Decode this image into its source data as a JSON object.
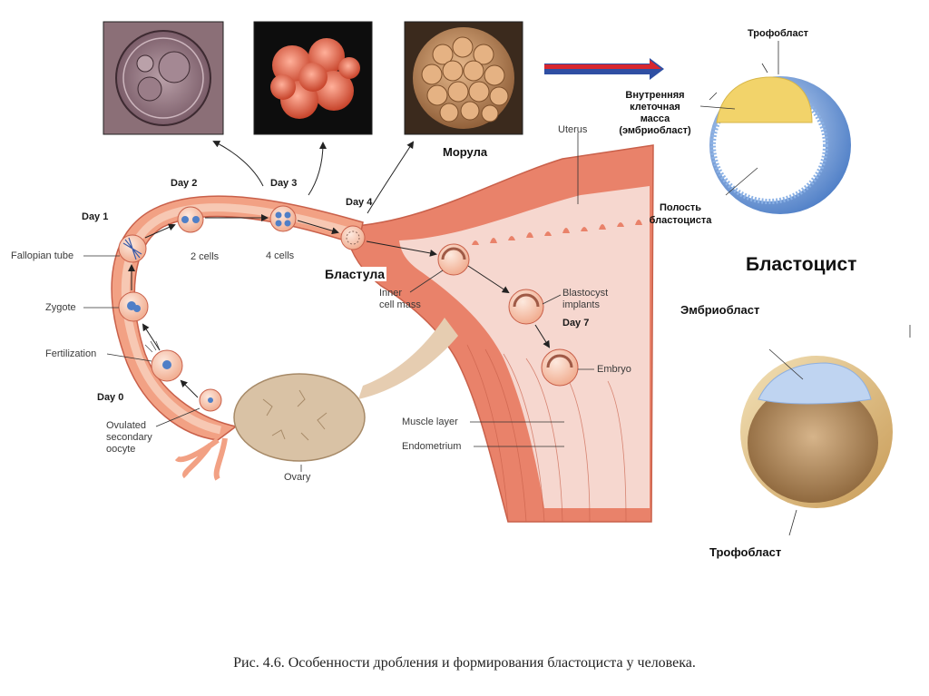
{
  "photos": {
    "zygote_photo": "micrograph of zygote",
    "four_cell_photo": "micrograph of cleaving embryo",
    "morula_photo": "micrograph of morula"
  },
  "labels_en": {
    "day1": "Day 1",
    "day2": "Day 2",
    "day3": "Day 3",
    "day4": "Day 4",
    "day0": "Day 0",
    "day7": "Day 7",
    "uterus": "Uterus",
    "fallopian_tube": "Fallopian tube",
    "zygote": "Zygote",
    "fertilization": "Fertilization",
    "ovulated_line1": "Ovulated",
    "ovulated_line2": "secondary",
    "ovulated_line3": "oocyte",
    "two_cells": "2 cells",
    "four_cells": "4 cells",
    "inner_cell_mass_line1": "Inner",
    "inner_cell_mass_line2": "cell mass",
    "blastocyst_implants_line1": "Blastocyst",
    "blastocyst_implants_line2": "implants",
    "embryo": "Embryo",
    "muscle_layer": "Muscle layer",
    "endometrium": "Endometrium",
    "ovary": "Ovary"
  },
  "labels_ru": {
    "morula": "Морула",
    "blastula": "Бластула",
    "trophoblast_top": "Трофобласт",
    "inner_mass_line1": "Внутренняя",
    "inner_mass_line2": "клеточная",
    "inner_mass_line3": "масса",
    "inner_mass_line4": "(эмбриобласт)",
    "cavity_line1": "Полость",
    "cavity_line2": "бластоциста",
    "blastocyst": "Бластоцист",
    "embryoblast": "Эмбриобласт",
    "trophoblast_bottom": "Трофобласт"
  },
  "caption": "Рис. 4.6. Особенности дробления и формирования бластоциста у человека.",
  "colors": {
    "tube_outer": "#f2a184",
    "tube_inner": "#f7c8b3",
    "uterus_wall": "#e97a5f",
    "endometrium": "#f6d7cf",
    "ovary": "#d9c2a5",
    "arrow_red": "#d8262e",
    "arrow_blue": "#2f4fa3",
    "trophoblast_blue": "#8db3e6",
    "icm_yellow": "#f2d36a"
  }
}
